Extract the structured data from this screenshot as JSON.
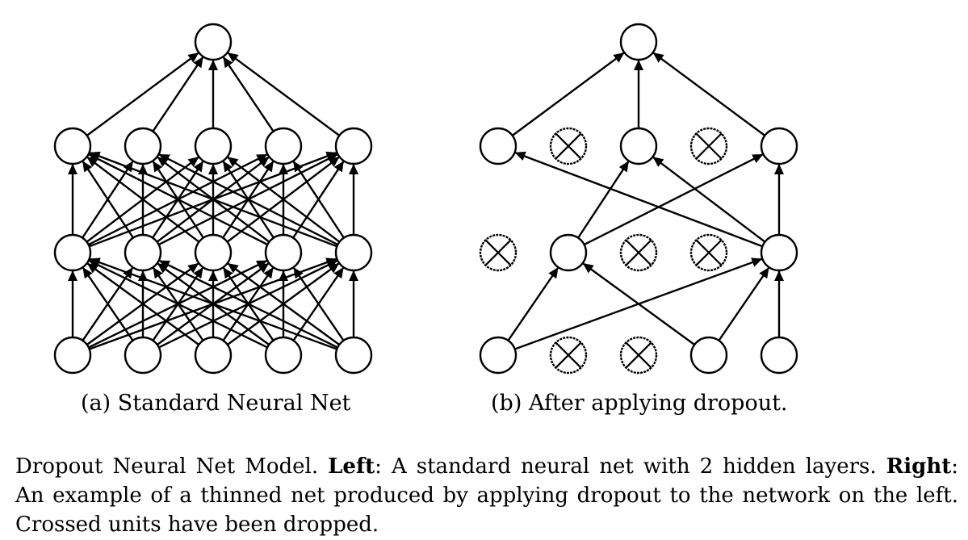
{
  "diagram": {
    "layer_sizes": [
      5,
      5,
      5,
      1
    ],
    "panels": [
      {
        "id": "a",
        "caption": "(a) Standard Neural Net",
        "dropped": [
          [],
          [],
          [],
          []
        ],
        "edges": "all"
      },
      {
        "id": "b",
        "caption": "(b) After applying dropout.",
        "dropped": [
          [
            1,
            2
          ],
          [
            0,
            2,
            3
          ],
          [
            1,
            3
          ],
          []
        ],
        "edges": [
          [
            [
              0,
              0,
              1,
              1
            ],
            [
              0,
              0,
              1,
              4
            ],
            [
              0,
              3,
              1,
              1
            ],
            [
              0,
              3,
              1,
              4
            ],
            [
              0,
              4,
              1,
              4
            ]
          ],
          [
            [
              1,
              1,
              2,
              2
            ],
            [
              1,
              1,
              2,
              4
            ],
            [
              1,
              4,
              2,
              0
            ],
            [
              1,
              4,
              2,
              2
            ],
            [
              1,
              4,
              2,
              4
            ]
          ],
          [
            [
              2,
              0,
              3,
              0
            ],
            [
              2,
              2,
              3,
              0
            ],
            [
              2,
              4,
              3,
              0
            ]
          ]
        ]
      }
    ]
  },
  "caption": {
    "line1": {
      "pre": "Dropout Neural Net Model. ",
      "left_label": "Left",
      "mid": ": A standard neural net with 2 hidden layers. ",
      "right_label": "Right",
      "post": ":"
    },
    "line2": "An example of a thinned net produced by applying dropout to the network on the left.",
    "line3": "Crossed units have been dropped."
  }
}
